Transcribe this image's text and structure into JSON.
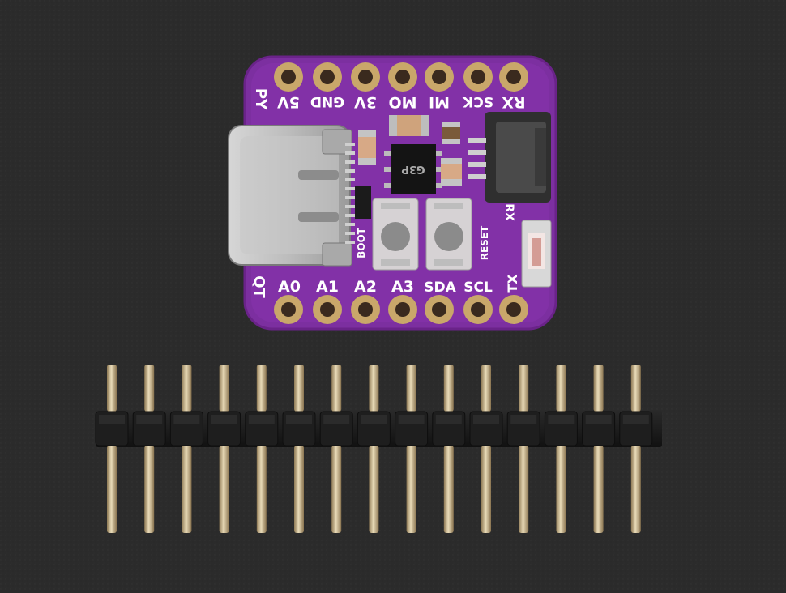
{
  "scene": {
    "background_color": "#2b2b2b",
    "board_color": "#7c2fa0",
    "pad_color": "#c9a76a",
    "header_plastic_color": "#1c1c1c",
    "header_pin_color": "#c8b48e"
  },
  "board": {
    "top_labels": [
      "5V",
      "GND",
      "3V",
      "MO",
      "MI",
      "SCK",
      "RX"
    ],
    "bottom_labels": [
      "A0",
      "A1",
      "A2",
      "A3",
      "SDA",
      "SCL",
      "TX"
    ],
    "edge_label_top": "PY",
    "edge_label_bottom": "QT",
    "chip_marking": "G3P",
    "button_labels": [
      "BOOT",
      "RESET"
    ],
    "rx_label": "RX"
  },
  "header": {
    "pin_count": 15
  }
}
